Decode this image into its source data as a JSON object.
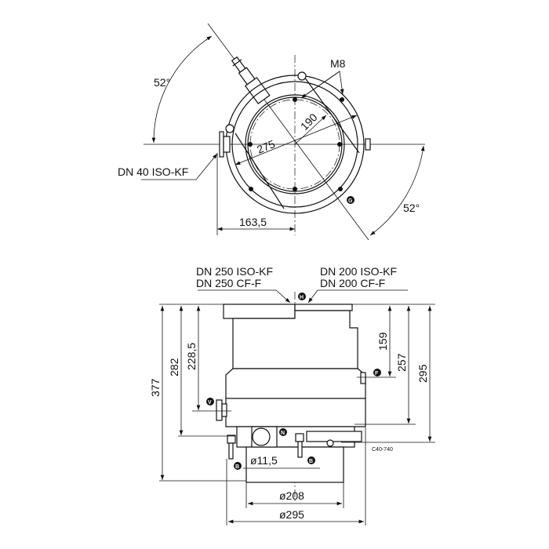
{
  "top_view": {
    "angle_left": "52°",
    "angle_right": "52°",
    "thread_label": "M8",
    "radius_label": "190",
    "diameter_label": "275",
    "side_port_label": "DN 40 ISO-KF",
    "offset_label": "163,5",
    "marker_g": "G"
  },
  "side_view": {
    "inlet_left_line1": "DN 250 ISO-KF",
    "inlet_left_line2": "DN 250 CF-F",
    "inlet_right_line1": "DN 200 ISO-KF",
    "inlet_right_line2": "DN 200 CF-F",
    "height_377": "377",
    "height_282": "282",
    "height_228_5": "228,5",
    "height_159": "159",
    "height_257": "257",
    "height_295": "295",
    "dia_11_5": "ø11,5",
    "dia_208": "ø208",
    "dia_295": "ø295",
    "drawing_code": "C40-740",
    "marker_h": "H",
    "marker_f": "F",
    "marker_v": "V",
    "marker_n": "N",
    "marker_b": "B"
  }
}
